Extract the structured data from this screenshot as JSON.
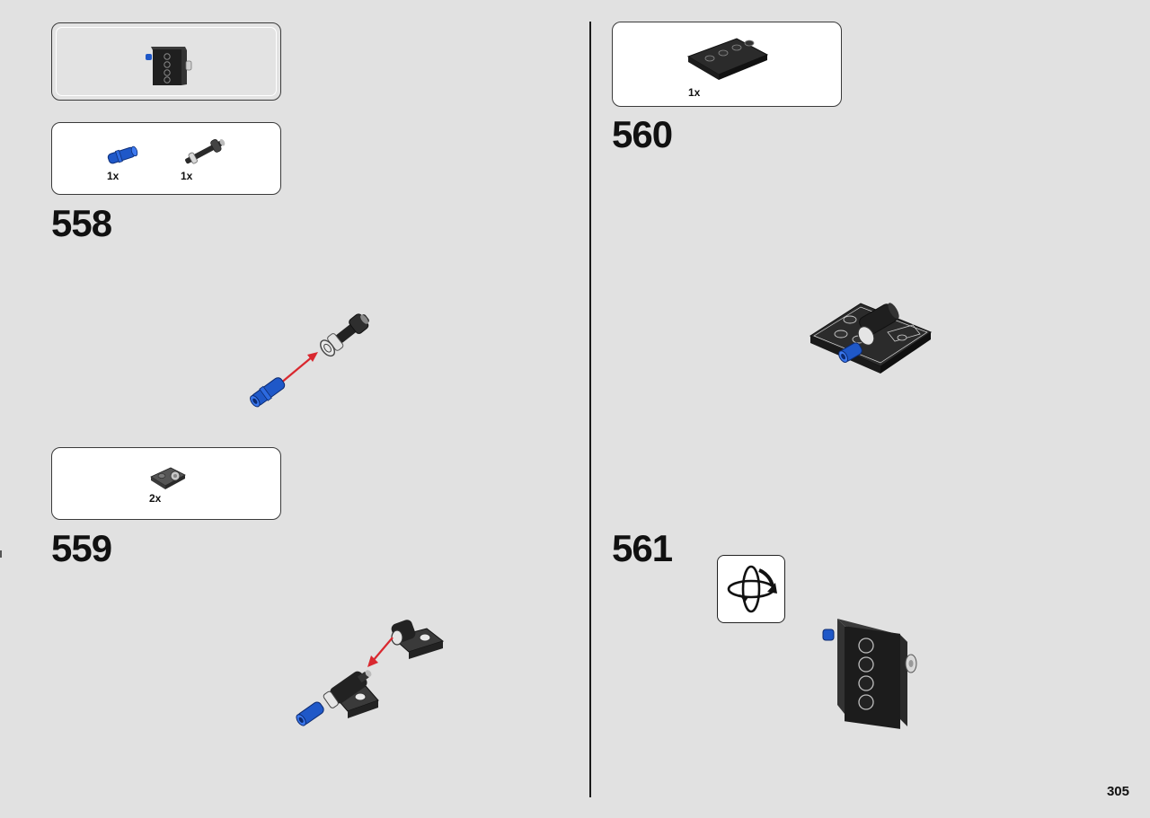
{
  "page": {
    "number": "305"
  },
  "steps": [
    {
      "number": "558",
      "parts": [
        {
          "qty": "1x",
          "part": "blue-technic-pin"
        },
        {
          "qty": "1x",
          "part": "black-axle-with-bush"
        }
      ]
    },
    {
      "number": "559",
      "parts": [
        {
          "qty": "2x",
          "part": "dark-grey-plate-with-hole"
        }
      ]
    },
    {
      "number": "560",
      "parts": [
        {
          "qty": "1x",
          "part": "black-plate-2x4"
        }
      ]
    },
    {
      "number": "561",
      "parts": []
    }
  ],
  "colors": {
    "background": "#e1e1e1",
    "arrow": "#d9282f",
    "technic_blue": "#1f58c8",
    "black_part": "#232323"
  }
}
